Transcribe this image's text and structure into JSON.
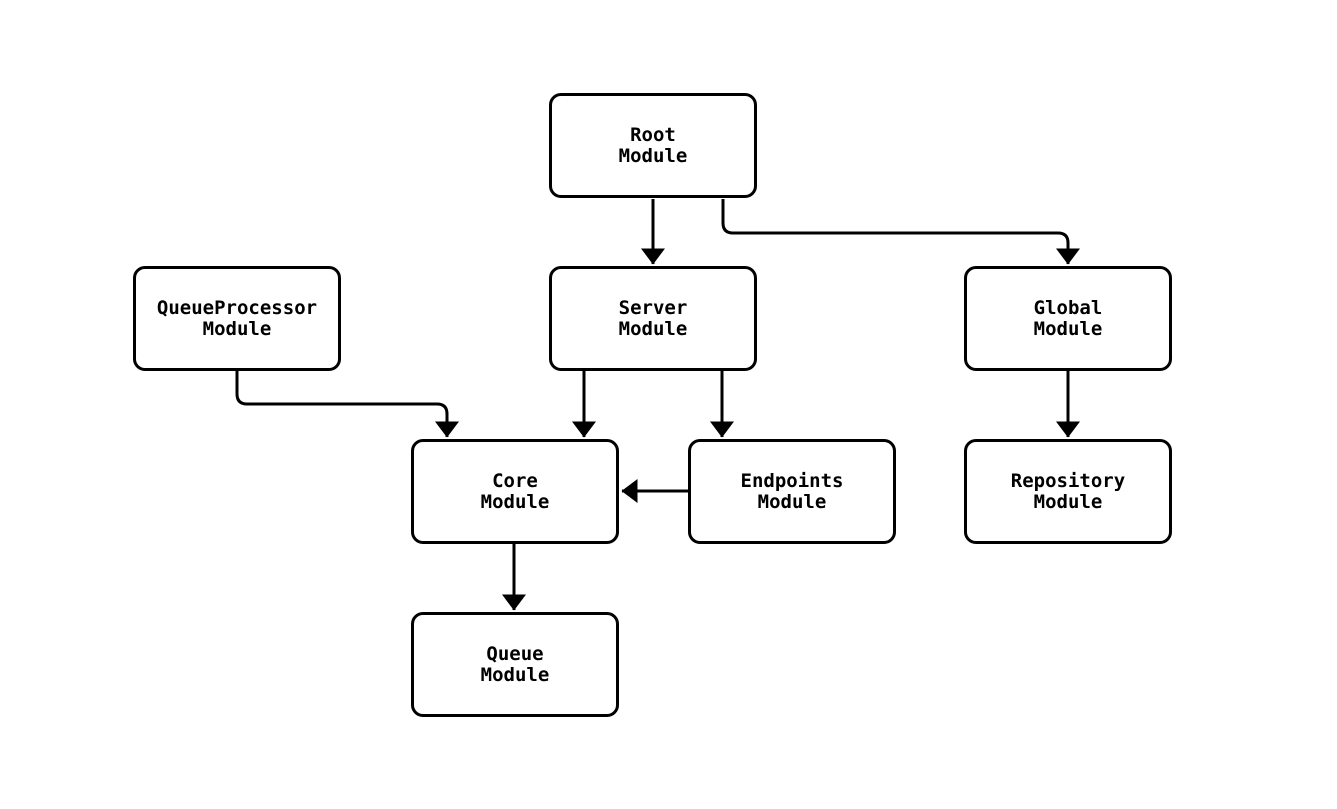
{
  "diagram": {
    "type": "flowchart",
    "background_color": "#ffffff",
    "node_fill_color": "#ffffff",
    "node_border_color": "#000000",
    "edge_color": "#000000",
    "text_color": "#000000",
    "nodes": [
      {
        "id": "root",
        "line1": "Root",
        "line2": "Module"
      },
      {
        "id": "server",
        "line1": "Server",
        "line2": "Module"
      },
      {
        "id": "queueprocessor",
        "line1": "QueueProcessor",
        "line2": "Module"
      },
      {
        "id": "global",
        "line1": "Global",
        "line2": "Module"
      },
      {
        "id": "core",
        "line1": "Core",
        "line2": "Module"
      },
      {
        "id": "endpoints",
        "line1": "Endpoints",
        "line2": "Module"
      },
      {
        "id": "repository",
        "line1": "Repository",
        "line2": "Module"
      },
      {
        "id": "queue",
        "line1": "Queue",
        "line2": "Module"
      }
    ],
    "edges": [
      {
        "from": "root",
        "to": "server"
      },
      {
        "from": "root",
        "to": "global"
      },
      {
        "from": "queueprocessor",
        "to": "core"
      },
      {
        "from": "server",
        "to": "core"
      },
      {
        "from": "server",
        "to": "endpoints"
      },
      {
        "from": "endpoints",
        "to": "core"
      },
      {
        "from": "global",
        "to": "repository"
      },
      {
        "from": "core",
        "to": "queue"
      }
    ]
  }
}
